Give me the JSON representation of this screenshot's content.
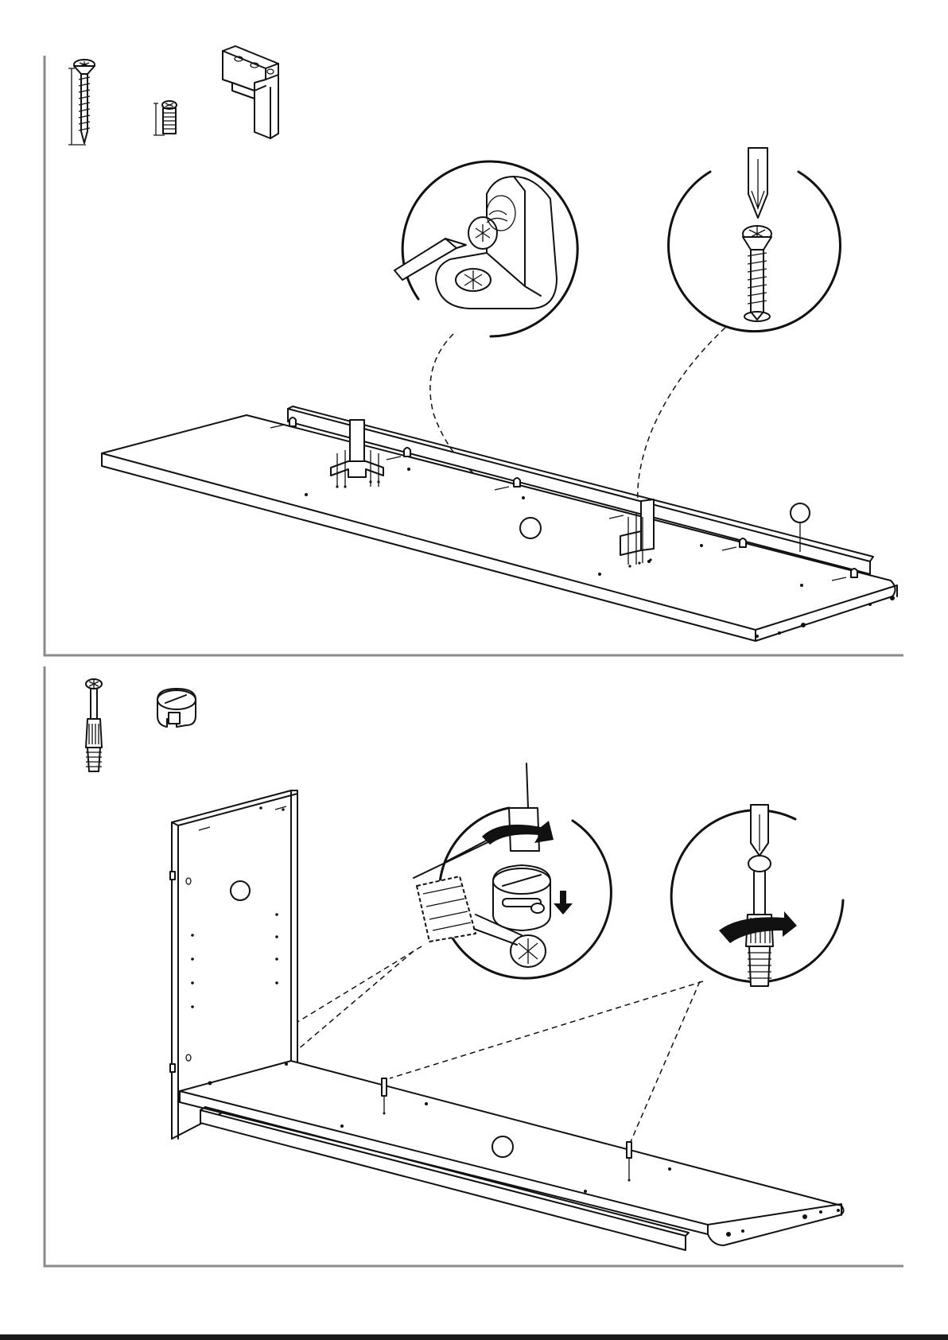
{
  "document": {
    "type": "assembly-instructions",
    "panels": [
      {
        "id": "step-a",
        "parts": [
          "long-screw-icon",
          "short-screw-icon",
          "corner-bracket-icon"
        ],
        "details": [
          "bracket-screw-detail",
          "screw-insert-detail"
        ]
      },
      {
        "id": "step-b",
        "parts": [
          "connector-bolt-icon",
          "cam-lock-icon"
        ],
        "details": [
          "cam-lock-tighten-detail",
          "bolt-insert-detail"
        ]
      }
    ],
    "colors": {
      "line": "#111111",
      "frame": "#8a8a8a",
      "background": "#ffffff"
    }
  }
}
